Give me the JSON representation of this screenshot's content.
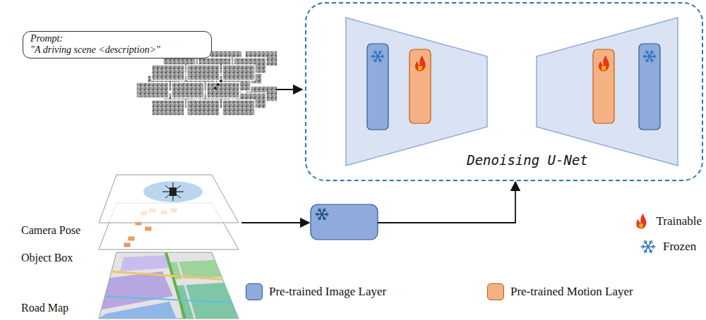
{
  "diagram": {
    "nodes": [
      {
        "text": [
          "Denoising U-Net"
        ]
      },
      {
        "text": [
          "Prompt:",
          "\"A driving scene <description>\""
        ]
      }
    ],
    "labels": [
      "Camera Pose",
      "Object Box",
      "Road Map"
    ],
    "legend": [
      {
        "text": "Trainable"
      },
      {
        "text": "Frozen"
      },
      {
        "text": "Pre-trained Image Layer",
        "color": "#8faadc"
      },
      {
        "text": "Pre-trained Motion Layer",
        "color": "#f4b183"
      }
    ]
  }
}
